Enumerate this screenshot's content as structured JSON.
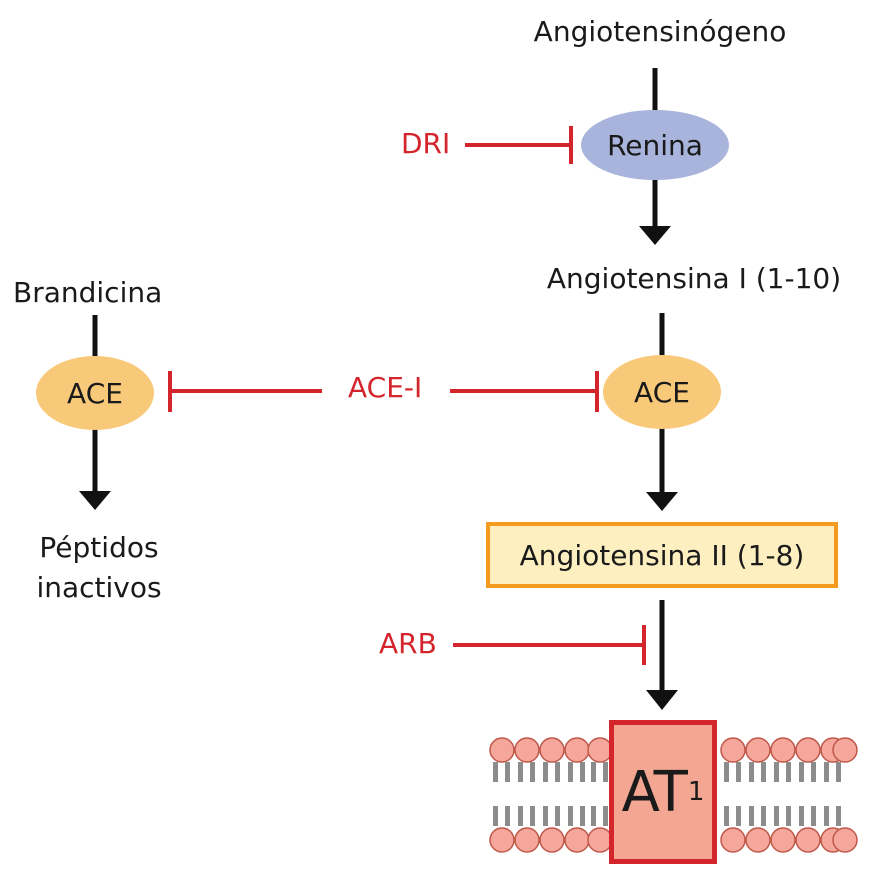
{
  "labels": {
    "angiotensinogen": "Angiotensinógeno",
    "renin": "Renina",
    "angiotensin1": "Angiotensina I (1-10)",
    "ace_right": "ACE",
    "ace_left": "ACE",
    "angiotensin2": "Angiotensina II (1-8)",
    "bradykinin": "Brandicina",
    "peptides_line1": "Péptidos",
    "peptides_line2": "inactivos",
    "at1_main": "AT",
    "at1_sub": "1"
  },
  "inhibitors": {
    "dri": "DRI",
    "ace_i": "ACE-I",
    "arb": "ARB"
  },
  "colors": {
    "inhibitor_red": "#d4252c",
    "ace_fill": "#f9c97a",
    "renin_fill": "#a9b4dc",
    "angiotensin2_border": "#f39a1f",
    "angiotensin2_fill": "#fdefc0",
    "receptor_fill": "#f3a793",
    "lipid_head": "#f4a79a",
    "lipid_tail": "#8c8c8c"
  }
}
